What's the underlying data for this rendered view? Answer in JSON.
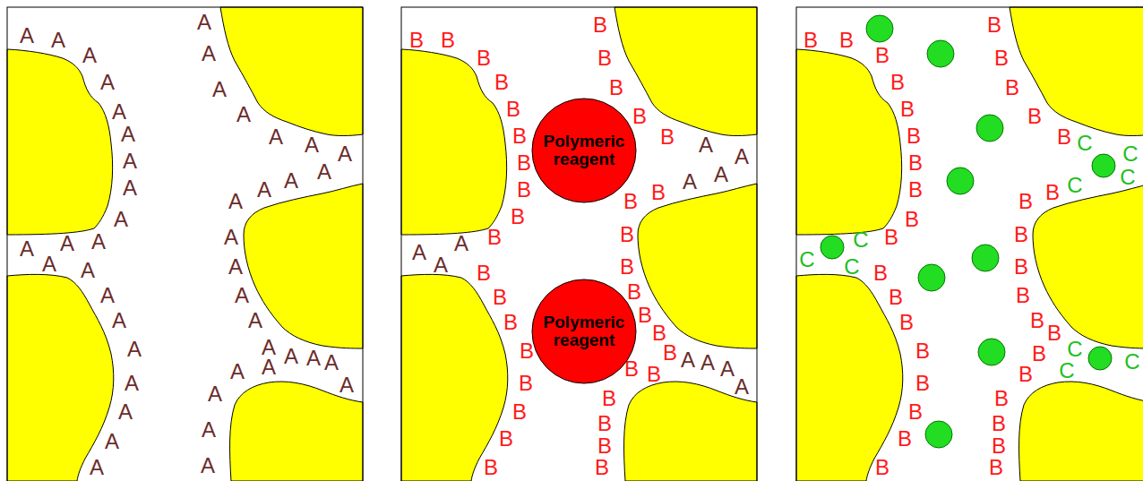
{
  "diagram": {
    "nodes": [
      {
        "text": [
          "Polymeric reagent"
        ]
      },
      {
        "text": [
          "Polymeric reagent"
        ]
      }
    ],
    "labels": [
      "A",
      "A",
      "A",
      "A",
      "A",
      "A",
      "A",
      "A",
      "A",
      "A",
      "A",
      "A",
      "A",
      "A",
      "A",
      "A",
      "A",
      "A",
      "A",
      "A",
      "A",
      "A",
      "A",
      "A",
      "A",
      "A",
      "A",
      "A",
      "A",
      "A",
      "A",
      "A",
      "A",
      "A",
      "A",
      "A",
      "A",
      "A",
      "A",
      "A",
      "A",
      "A",
      "A",
      "A",
      "A",
      "A",
      "B",
      "B",
      "B",
      "B",
      "B",
      "B",
      "B",
      "B",
      "B",
      "B",
      "B",
      "B",
      "B",
      "B",
      "B",
      "B",
      "B",
      "B",
      "B",
      "B",
      "B",
      "B",
      "B",
      "B",
      "B",
      "B",
      "B",
      "B",
      "B",
      "B",
      "B",
      "B",
      "B",
      "B",
      "B",
      "B",
      "B",
      "A",
      "A",
      "A",
      "A",
      "A",
      "A",
      "A",
      "A",
      "A",
      "A",
      "A",
      "B",
      "B",
      "B",
      "B",
      "B",
      "B",
      "B",
      "B",
      "B",
      "B",
      "B",
      "B",
      "B",
      "B",
      "B",
      "B",
      "B",
      "B",
      "B",
      "B",
      "B",
      "B",
      "B",
      "B",
      "B",
      "B",
      "B",
      "B",
      "B",
      "B",
      "B",
      "B",
      "B",
      "B",
      "B",
      "B",
      "C",
      "C",
      "C",
      "C",
      "C",
      "C",
      "C",
      "C",
      "C",
      "C"
    ]
  }
}
